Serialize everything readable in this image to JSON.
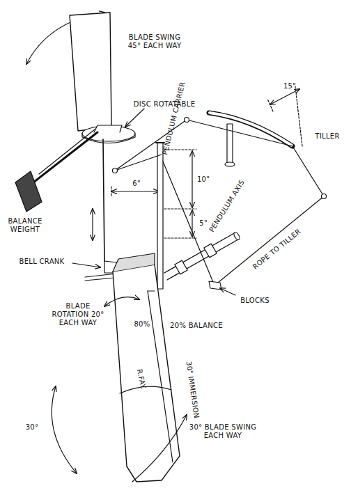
{
  "diagram": {
    "labels": [
      "BLADE SWING 45° EACH WAY",
      "DISC ROTATABLE",
      "15\"",
      "TILLER",
      "BALANCE WEIGHT",
      "PENDULUM CARRIER",
      "6\"",
      "10\"",
      "5\"",
      "PENDULUM AXIS",
      "BELL CRANK",
      "ROPE TO TILLER",
      "BLOCKS",
      "BLADE ROTATION 20° EACH WAY",
      "80%",
      "20% BALANCE",
      "R.FAY.",
      "30\" IMMERSION",
      "30°",
      "30° BLADE SWING EACH WAY"
    ]
  }
}
